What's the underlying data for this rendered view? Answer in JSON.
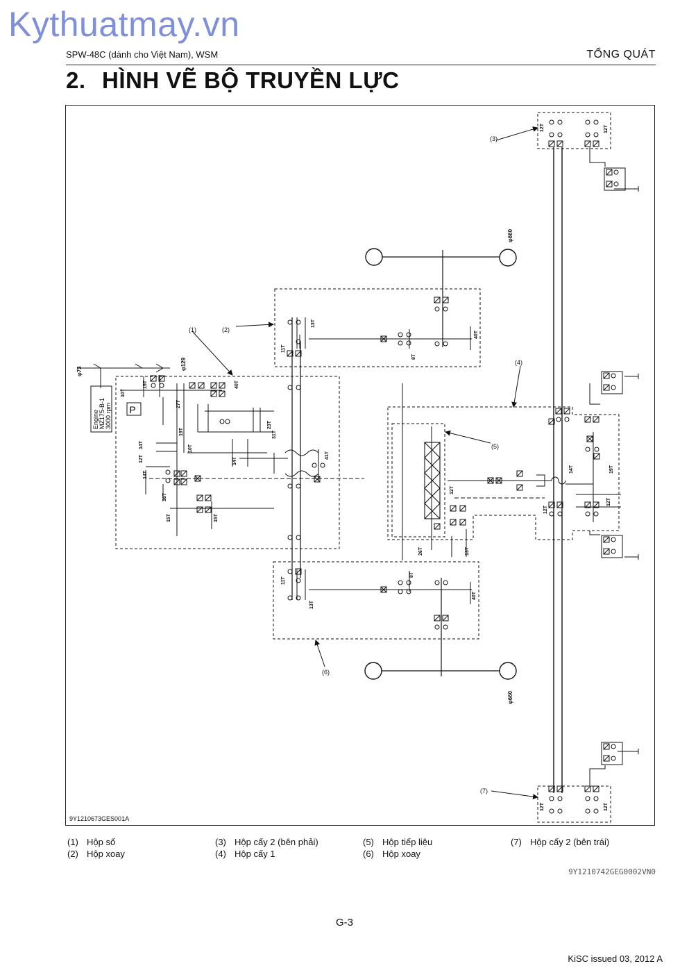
{
  "watermark": "Kythuatmay.vn",
  "header": {
    "left": "SPW-48C (dành cho Việt Nam), WSM",
    "right": "TỔNG QUÁT"
  },
  "title": {
    "number": "2.",
    "text": "HÌNH VẼ BỘ TRUYỀN LỰC"
  },
  "figure": {
    "code": "9Y1210673GES001A",
    "callouts": [
      "(1)",
      "(2)",
      "(3)",
      "(4)",
      "(5)",
      "(6)",
      "(7)"
    ],
    "engine": [
      "Engine",
      "MZ175-B-1",
      "3000 rpm"
    ],
    "dims": [
      "φ73",
      "φ129",
      "φ660",
      "φ660"
    ],
    "pump": "P",
    "teeth": {
      "t10": "10T",
      "t15a": "15T",
      "t40a": "40T",
      "t27": "27T",
      "t19a": "19T",
      "t23": "23T",
      "t31": "31T",
      "t10b": "10T",
      "t14a": "14T",
      "t12a": "12T",
      "t14b": "14T",
      "t16": "16T",
      "t15b": "15T",
      "t15c": "15T",
      "t14c": "14T",
      "t41": "41T",
      "t11a": "11T",
      "t13a": "13T",
      "t8a": "8T",
      "t40b": "40T",
      "t11b": "11T",
      "t13b": "13T",
      "t8b": "8T",
      "t40c": "40T",
      "t12b": "12T",
      "t26": "26T",
      "t13c": "13T",
      "t14d": "14T",
      "t19b": "19T",
      "t12c": "12T",
      "t12d": "12T",
      "t12e": "12T",
      "t12f": "12T",
      "t12g": "12T",
      "t12h": "12T"
    }
  },
  "legend": [
    {
      "num": "(1)",
      "label": "Hộp số"
    },
    {
      "num": "(2)",
      "label": "Hộp xoay"
    },
    {
      "num": "(3)",
      "label": "Hộp cấy 2 (bên phải)"
    },
    {
      "num": "(4)",
      "label": "Hộp cấy 1"
    },
    {
      "num": "(5)",
      "label": "Hộp tiếp liệu"
    },
    {
      "num": "(6)",
      "label": "Hộp xoay"
    },
    {
      "num": "(7)",
      "label": "Hộp cấy 2 (bên trái)"
    }
  ],
  "doc_code": "9Y1210742GEG0002VN0",
  "page_number": "G-3",
  "issued": "KiSC issued 03, 2012 A"
}
